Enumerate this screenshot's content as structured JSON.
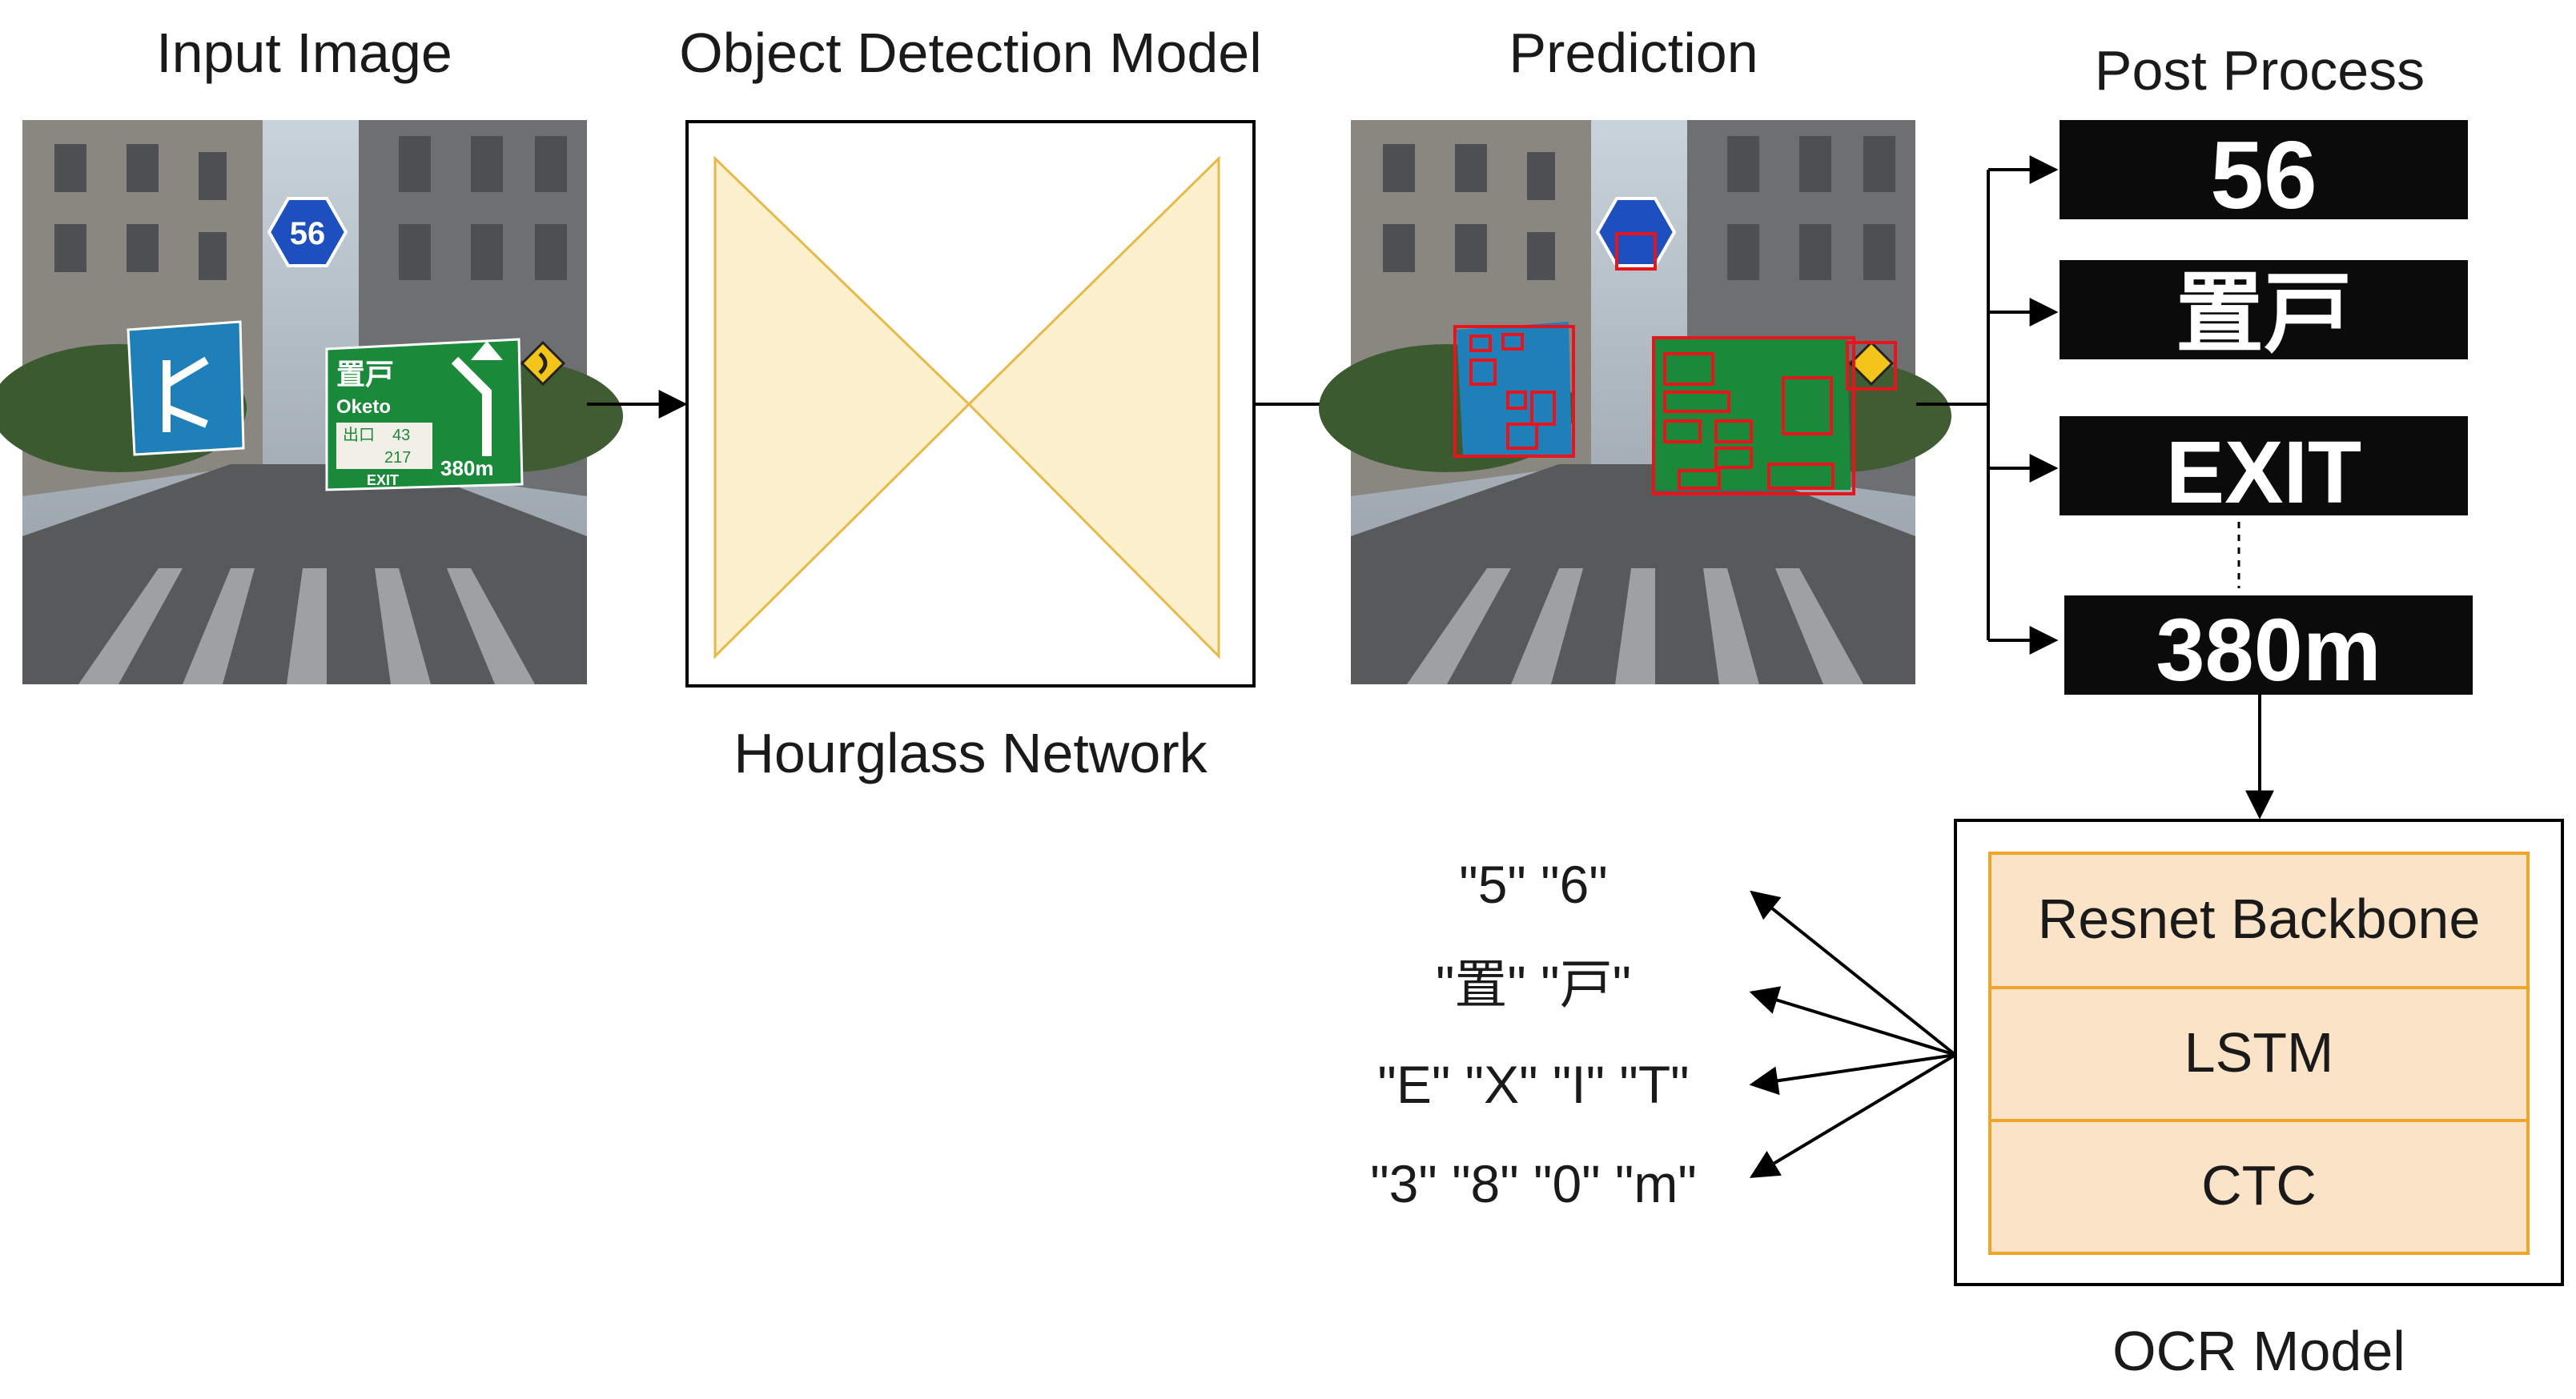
{
  "stages": {
    "input": "Input Image",
    "detector": "Object Detection Model",
    "detector_caption": "Hourglass Network",
    "prediction": "Prediction",
    "post_process": "Post Process",
    "ocr": "OCR Model"
  },
  "crops": [
    "56",
    "置戸",
    "EXIT",
    "380m"
  ],
  "ocr_layers": [
    "Resnet Backbone",
    "LSTM",
    "CTC"
  ],
  "outputs": [
    "\"5\" \"6\"",
    "\"置\" \"戸\"",
    "\"E\" \"X\" \"I\" \"T\"",
    "\"3\" \"8\" \"0\" \"m\""
  ],
  "scene": {
    "route_number": "56",
    "green_sign_title": "置戸",
    "green_sign_subtitle": "Oketo",
    "green_sign_exit_kanji": "出口",
    "green_sign_num_1": "43",
    "green_sign_num_2": "217",
    "green_sign_exit": "EXIT",
    "green_sign_distance": "380m"
  },
  "colors": {
    "hourglass_fill": "#fdf0cc",
    "hourglass_stroke": "#e6b94a",
    "ocr_fill": "#fbe3c8",
    "ocr_stroke": "#f0a42a",
    "detection_box": "#e8141c"
  }
}
